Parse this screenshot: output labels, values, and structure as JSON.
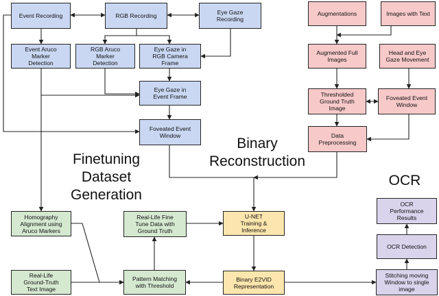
{
  "sections": {
    "finetuning": "Finetuning\nDataset\nGeneration",
    "binary": "Binary\nReconstruction",
    "ocr": "OCR"
  },
  "nodes": {
    "event_recording": "Event Recording",
    "rgb_recording": "RGB  Recording",
    "eye_gaze_recording": "Eye Gaze\nRecording",
    "event_aruco": "Event Aruco\nMarker\nDetection",
    "rgb_aruco": "RGB Aruco\nMarker\nDetection",
    "eye_gaze_rgb": "Eye Gaze in\nRGB Camera\nFrame",
    "eye_gaze_event": "Eye Gaze in\nEvent Frame",
    "foveated_event_window_left": "Foveated Event\nWindow",
    "augmentations": "Augmentations",
    "images_with_text": "Images with Text",
    "augmented_full_images": "Augmented Full\nImages",
    "head_eye_gaze": "Head and Eye\nGaze Movement",
    "thresholded_gt": "Thresholded\nGround Truth\nImage",
    "foveated_event_window_right": "Foveated Event\nWindow",
    "data_preprocessing": "Data\nPreprocessing",
    "homography": "Homography\nAlignment using\nAruco Markers",
    "real_life_fine_tune": "Real-Life Fine\nTune Data with\nGround Truth",
    "unet": "U-NET\nTraining &\nInference",
    "real_life_gt_text": "Real-Life\nGround-Truth\nText Image",
    "pattern_matching": "Pattern Matching\nwith Threshold",
    "binary_e2vid": "Binary E2VID\nRepresentation",
    "stitching": "Stitching moving\nWindow to single\nimage",
    "ocr_detection": "OCR Detection",
    "ocr_performance": "OCR\nPerformance\nResults"
  }
}
